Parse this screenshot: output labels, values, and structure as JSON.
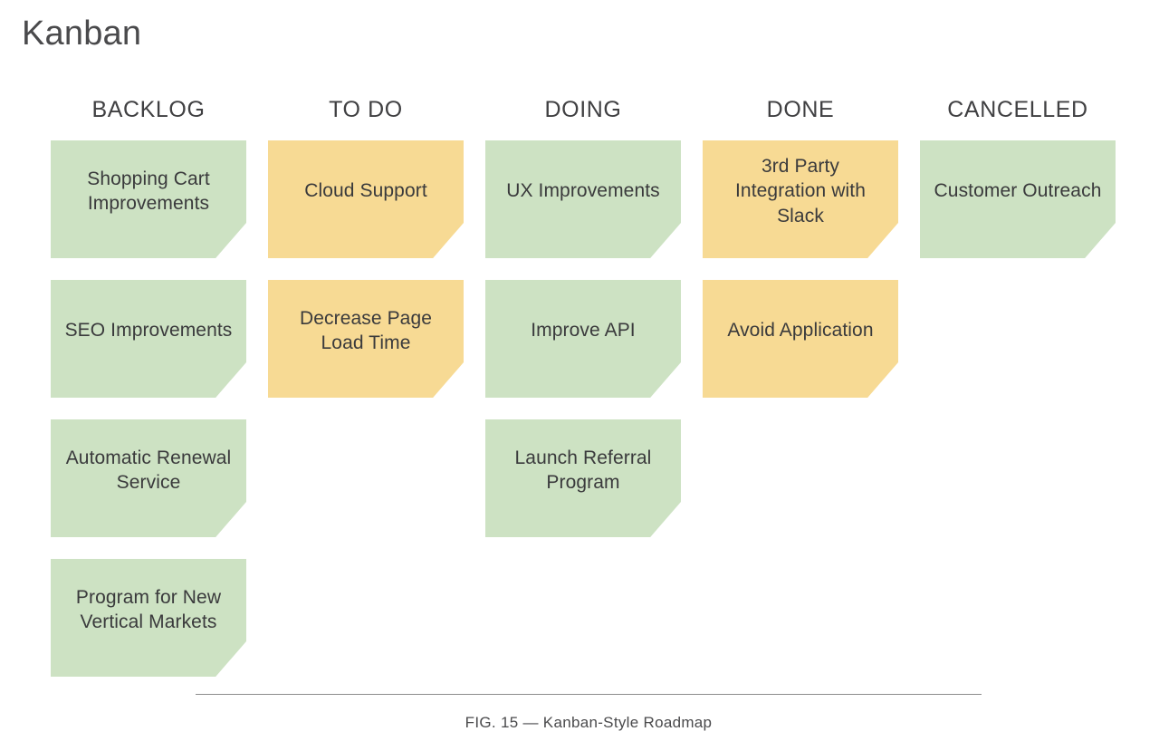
{
  "page": {
    "title": "Kanban"
  },
  "colors": {
    "card_green": "#cde2c3",
    "card_amber": "#f7da94",
    "text": "#3a3a3c",
    "header_text": "#404042",
    "rule": "#8c8c8c",
    "background": "#ffffff"
  },
  "board": {
    "columns": [
      {
        "header": "BACKLOG",
        "cards": [
          {
            "label": "Shopping Cart Improvements",
            "color": "card_green"
          },
          {
            "label": "SEO Improvements",
            "color": "card_green"
          },
          {
            "label": "Automatic Renewal Service",
            "color": "card_green"
          },
          {
            "label": "Program for New Vertical Markets",
            "color": "card_green"
          }
        ]
      },
      {
        "header": "TO DO",
        "cards": [
          {
            "label": "Cloud Support",
            "color": "card_amber"
          },
          {
            "label": "Decrease Page Load Time",
            "color": "card_amber"
          }
        ]
      },
      {
        "header": "DOING",
        "cards": [
          {
            "label": "UX Improvements",
            "color": "card_green"
          },
          {
            "label": "Improve API",
            "color": "card_green"
          },
          {
            "label": "Launch Referral Program",
            "color": "card_green"
          }
        ]
      },
      {
        "header": "DONE",
        "cards": [
          {
            "label": "3rd Party Integration with Slack",
            "color": "card_amber"
          },
          {
            "label": "Avoid Application",
            "color": "card_amber"
          }
        ]
      },
      {
        "header": "CANCELLED",
        "cards": [
          {
            "label": "Customer Outreach",
            "color": "card_green"
          }
        ]
      }
    ]
  },
  "footer": {
    "caption": "FIG. 15  — Kanban-Style Roadmap"
  }
}
